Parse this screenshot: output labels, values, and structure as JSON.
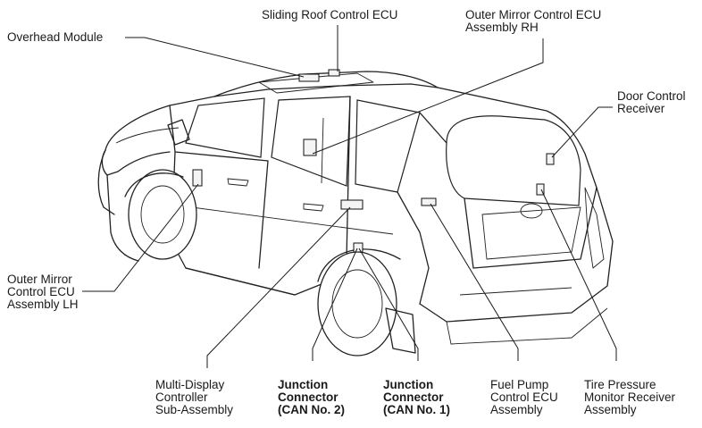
{
  "callouts": {
    "sliding_roof": [
      "Sliding Roof Control ECU"
    ],
    "overhead_module": [
      "Overhead Module"
    ],
    "outer_mirror_rh": [
      "Outer Mirror Control ECU",
      "Assembly RH"
    ],
    "door_control_receiver": [
      "Door Control",
      "Receiver"
    ],
    "outer_mirror_lh": [
      "Outer Mirror",
      "Control ECU",
      "Assembly LH"
    ],
    "multi_display": [
      "Multi-Display",
      "Controller",
      "Sub-Assembly"
    ],
    "junction_can2": [
      "Junction",
      "Connector",
      "(CAN No. 2)"
    ],
    "junction_can1": [
      "Junction",
      "Connector",
      "(CAN No. 1)"
    ],
    "fuel_pump": [
      "Fuel Pump",
      "Control ECU",
      "Assembly"
    ],
    "tire_pressure": [
      "Tire Pressure",
      "Monitor Receiver",
      "Assembly"
    ]
  }
}
